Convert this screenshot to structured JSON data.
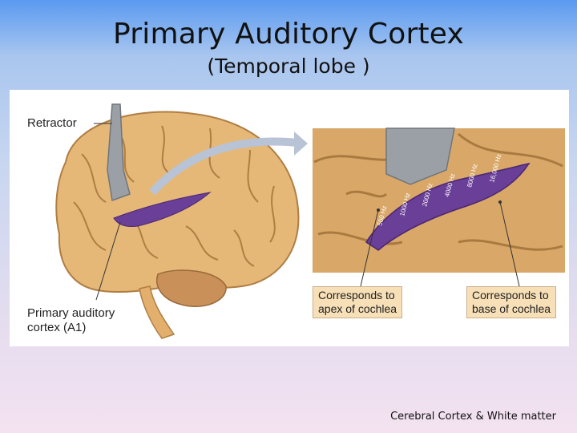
{
  "slide": {
    "title": "Primary Auditory Cortex",
    "subtitle": "(Temporal lobe )",
    "footer": "Cerebral Cortex & White matter"
  },
  "figure": {
    "retractor_label": "Retractor",
    "a1_label_line1": "Primary auditory",
    "a1_label_line2": "cortex (A1)",
    "apex_label_line1": "Corresponds to",
    "apex_label_line2": "apex of cochlea",
    "base_label_line1": "Corresponds to",
    "base_label_line2": "base of cochlea",
    "frequency_labels": [
      "500 Hz",
      "1000 Hz",
      "2000 Hz",
      "4000 Hz",
      "8000 Hz",
      "16,000 Hz"
    ],
    "colors": {
      "brain": "#e5b878",
      "brain_shadow": "#c98f4f",
      "auditory_cortex": "#6a3f98",
      "cerebellum": "#c9905a",
      "retractor": "#9aa0a6",
      "label_box": "#f7dfb7"
    }
  }
}
